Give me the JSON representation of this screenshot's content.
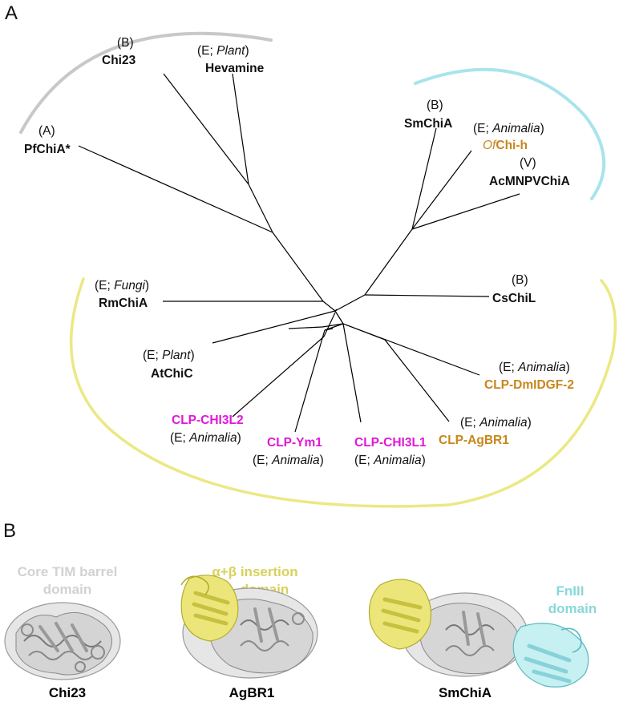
{
  "panel_a_label": "A",
  "panel_b_label": "B",
  "tree": {
    "leaves": [
      {
        "key": "pfchia",
        "group": "(A)",
        "name": "PfChiA*",
        "name_color": "black"
      },
      {
        "key": "chi23",
        "group": "(B)",
        "name": "Chi23",
        "name_color": "black"
      },
      {
        "key": "hevamine",
        "group_pre": "(E; ",
        "group_ital": "Plant",
        "group_post": ")",
        "name": "Hevamine",
        "name_color": "black"
      },
      {
        "key": "smchia",
        "group": "(B)",
        "name": "SmChiA",
        "name_color": "black"
      },
      {
        "key": "ofchih",
        "group_pre": "(E; ",
        "group_ital": "Animalia",
        "group_post": ")",
        "name_ital": "Of",
        "name": "Chi-h",
        "name_color": "gold"
      },
      {
        "key": "acmnpv",
        "group": "(V)",
        "name": "AcMNPVChiA",
        "name_color": "black"
      },
      {
        "key": "cschil",
        "group": "(B)",
        "name": "CsChiL",
        "name_color": "black"
      },
      {
        "key": "dmidgf",
        "group_pre": "(E; ",
        "group_ital": "Animalia",
        "group_post": ")",
        "name": "CLP-DmIDGF-2",
        "name_color": "gold"
      },
      {
        "key": "agbr1",
        "group_pre": "(E; ",
        "group_ital": "Animalia",
        "group_post": ")",
        "name": "CLP-AgBR1",
        "name_color": "gold"
      },
      {
        "key": "chi3l1",
        "group_pre": "(E; ",
        "group_ital": "Animalia",
        "group_post": ")",
        "name": "CLP-CHI3L1",
        "name_color": "magenta"
      },
      {
        "key": "ym1",
        "group_pre": "(E; ",
        "group_ital": "Animalia",
        "group_post": ")",
        "name": "CLP-Ym1",
        "name_color": "magenta"
      },
      {
        "key": "chi3l2",
        "group_pre": "(E; ",
        "group_ital": "Animalia",
        "group_post": ")",
        "name": "CLP-CHI3L2",
        "name_color": "magenta"
      },
      {
        "key": "atchic",
        "group_pre": "(E; ",
        "group_ital": "Plant",
        "group_post": ")",
        "name": "AtChiC",
        "name_color": "black"
      },
      {
        "key": "rmchia",
        "group_pre": "(E; ",
        "group_ital": "Fungi",
        "group_post": ")",
        "name": "RmChiA",
        "name_color": "black"
      }
    ]
  },
  "domains": {
    "core": {
      "line1": "Core TIM barrel",
      "line2": "domain",
      "color": "#d2d2d2"
    },
    "insertion": {
      "line1": "α+β insertion",
      "line2": "domain",
      "color": "#d8d25a"
    },
    "fniii": {
      "line1": "FnIII",
      "line2": "domain",
      "color": "#88d8d8"
    }
  },
  "structures": [
    {
      "key": "chi23",
      "name": "Chi23"
    },
    {
      "key": "agbr1",
      "name": "AgBR1"
    },
    {
      "key": "smchia",
      "name": "SmChiA"
    }
  ],
  "colors": {
    "gold": "#c8861a",
    "magenta": "#e018d8",
    "gray_arc": "#c8c8c8",
    "cyan_arc": "#a8e4ec",
    "yellow_arc": "#ece884",
    "tim_gray": "#c4c4c4",
    "insertion_yellow": "#e2dc6c",
    "fniii_cyan": "#9fe0e4"
  }
}
